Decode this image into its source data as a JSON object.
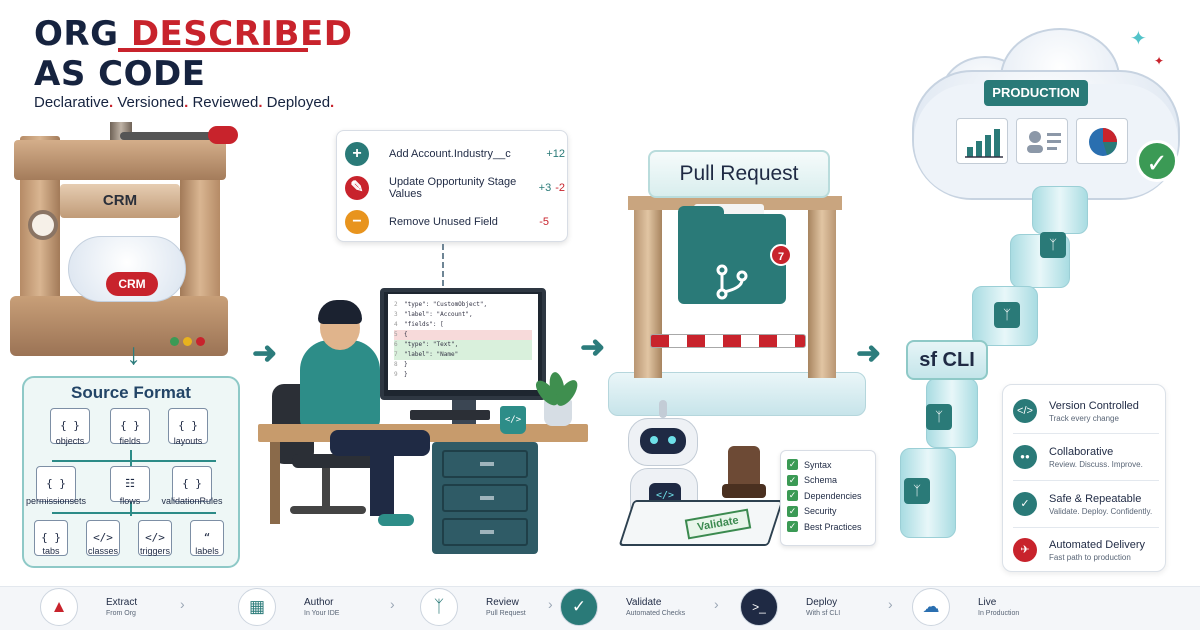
{
  "header": {
    "title_part1": "ORG ",
    "title_part2": "DESCRIBED",
    "title_line2": "AS CODE",
    "subtitle_words": [
      "Declarative",
      "Versioned",
      "Reviewed",
      "Deployed"
    ]
  },
  "press": {
    "plate_label": "CRM",
    "cloud_label": "CRM"
  },
  "source_format": {
    "title": "Source Format",
    "items": [
      {
        "icon": "{ }",
        "label": "objects"
      },
      {
        "icon": "{ }",
        "label": "fields"
      },
      {
        "icon": "{ }",
        "label": "layouts"
      },
      {
        "icon": "{ }",
        "label": "permissionsets"
      },
      {
        "icon": "flow",
        "label": "flows"
      },
      {
        "icon": "{ }",
        "label": "validationRules"
      },
      {
        "icon": "{ }",
        "label": "tabs"
      },
      {
        "icon": "</>",
        "label": "classes"
      },
      {
        "icon": "</>",
        "label": "triggers"
      },
      {
        "icon": "“",
        "label": "labels"
      }
    ]
  },
  "changes": [
    {
      "icon": "+",
      "text": "Add Account.Industry__c",
      "delta_plus": "+12",
      "delta_minus": "",
      "color": "#2a7a78"
    },
    {
      "icon": "✎",
      "text": "Update Opportunity Stage Values",
      "delta_plus": "+3",
      "delta_minus": "-2",
      "color": "#c8232c"
    },
    {
      "icon": "−",
      "text": "Remove Unused Field",
      "delta_plus": "",
      "delta_minus": "-5",
      "color": "#e8941e"
    }
  ],
  "code_lines": [
    "\"type\": \"CustomObject\",",
    "\"label\": \"Account\",",
    "\"fields\": [",
    "  {",
    "    \"type\": \"Text\",",
    "    \"label\": \"Name\"",
    "  }",
    "}"
  ],
  "code_line_numbers": [
    "2",
    "3",
    "4",
    "5",
    "6",
    "7",
    "8",
    "9"
  ],
  "mug_label": "</>",
  "pull_request": {
    "title": "Pull Request",
    "badge_count": "7"
  },
  "robot": {
    "chest_label": "</>",
    "stamp_text": "Validate"
  },
  "checks": [
    "Syntax",
    "Schema",
    "Dependencies",
    "Security",
    "Best Practices"
  ],
  "production": {
    "badge": "PRODUCTION"
  },
  "pipe": {
    "label": "sf CLI"
  },
  "benefits": [
    {
      "icon": "</>",
      "title": "Version Controlled",
      "sub": "Track every change"
    },
    {
      "icon": "●●",
      "title": "Collaborative",
      "sub": "Review. Discuss. Improve."
    },
    {
      "icon": "✓",
      "title": "Safe & Repeatable",
      "sub": "Validate. Deploy. Confidently."
    },
    {
      "icon": "✈",
      "title": "Automated Delivery",
      "sub": "Fast path to production"
    }
  ],
  "steps": [
    {
      "title": "Extract",
      "sub": "From Org",
      "icon": "press-icon"
    },
    {
      "title": "Author",
      "sub": "In Your IDE",
      "icon": "folder-icon"
    },
    {
      "title": "Review",
      "sub": "Pull Request",
      "icon": "git-branch-icon"
    },
    {
      "title": "Validate",
      "sub": "Automated Checks",
      "icon": "check-icon"
    },
    {
      "title": "Deploy",
      "sub": "With sf CLI",
      "icon": "terminal-icon"
    },
    {
      "title": "Live",
      "sub": "In Production",
      "icon": "cloud-icon"
    }
  ],
  "colors": {
    "accent": "#2a7a78",
    "brand_red": "#c8232c",
    "navy": "#16233f"
  }
}
